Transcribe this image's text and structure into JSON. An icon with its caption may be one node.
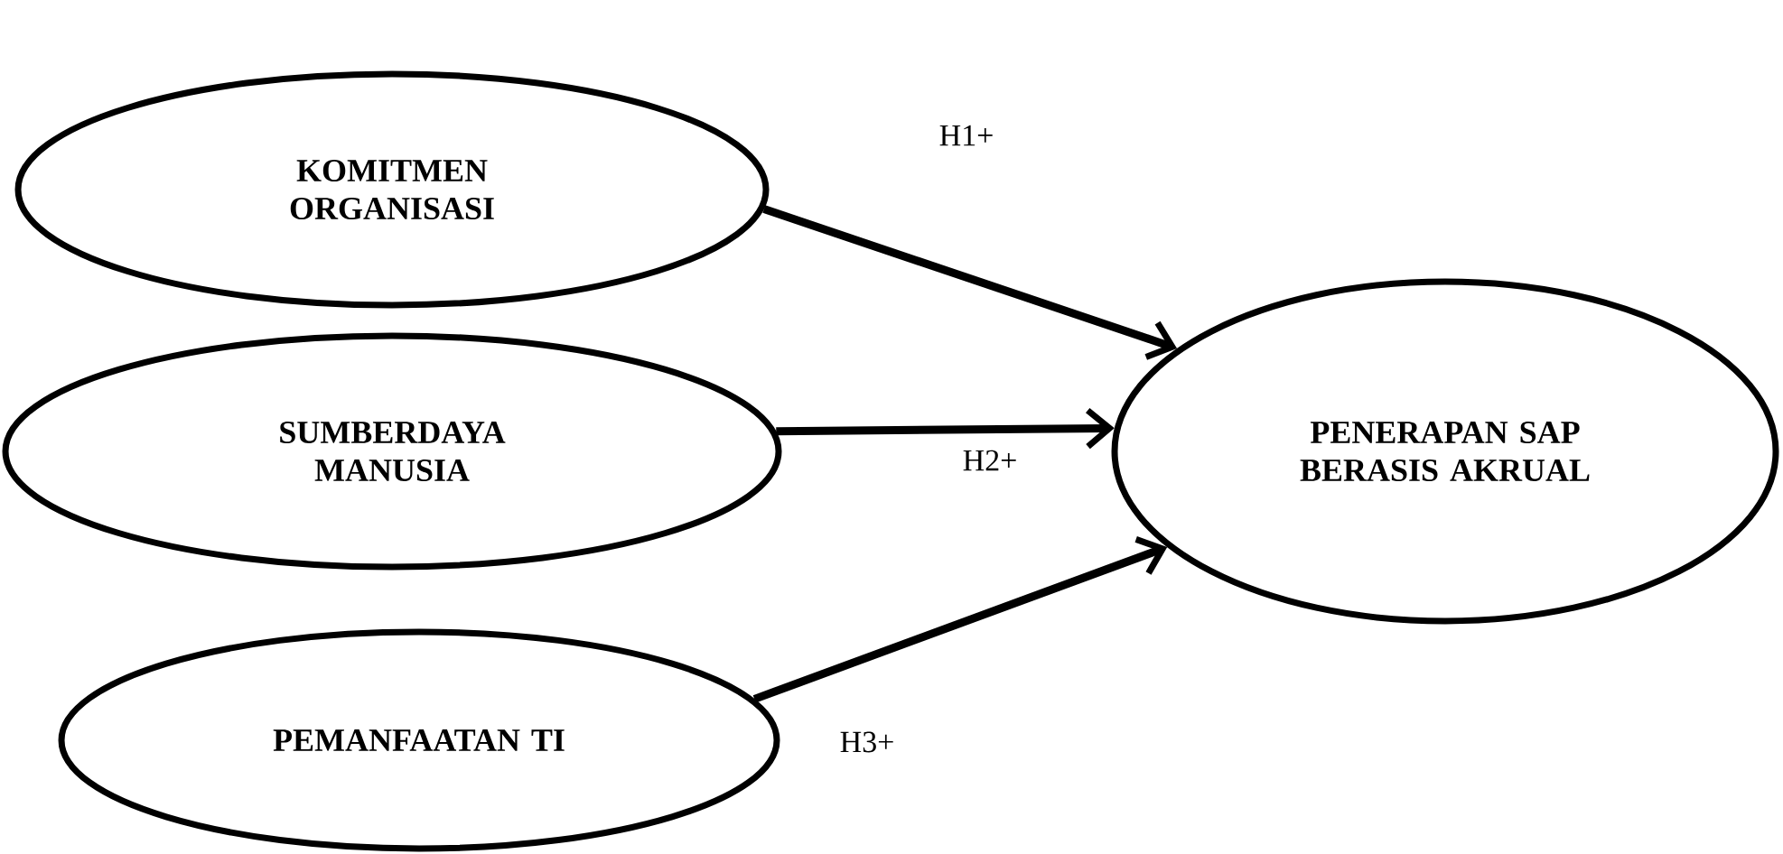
{
  "diagram": {
    "nodes": [
      {
        "text": [
          "KOMITMEN ORGANISASI"
        ]
      },
      {
        "text": [
          "SUMBERDAYA MANUSIA"
        ]
      },
      {
        "text": [
          "PEMANFAATAN TI"
        ]
      },
      {
        "text": [
          "PENERAPAN SAP BERASIS AKRUAL"
        ]
      }
    ],
    "edges": [
      {
        "from": 0,
        "to": 3,
        "arrow": "to",
        "label": "H1+"
      },
      {
        "from": 1,
        "to": 3,
        "arrow": "to",
        "label": "H2+"
      },
      {
        "from": 2,
        "to": 3,
        "arrow": "to",
        "label": "H3+"
      }
    ]
  }
}
